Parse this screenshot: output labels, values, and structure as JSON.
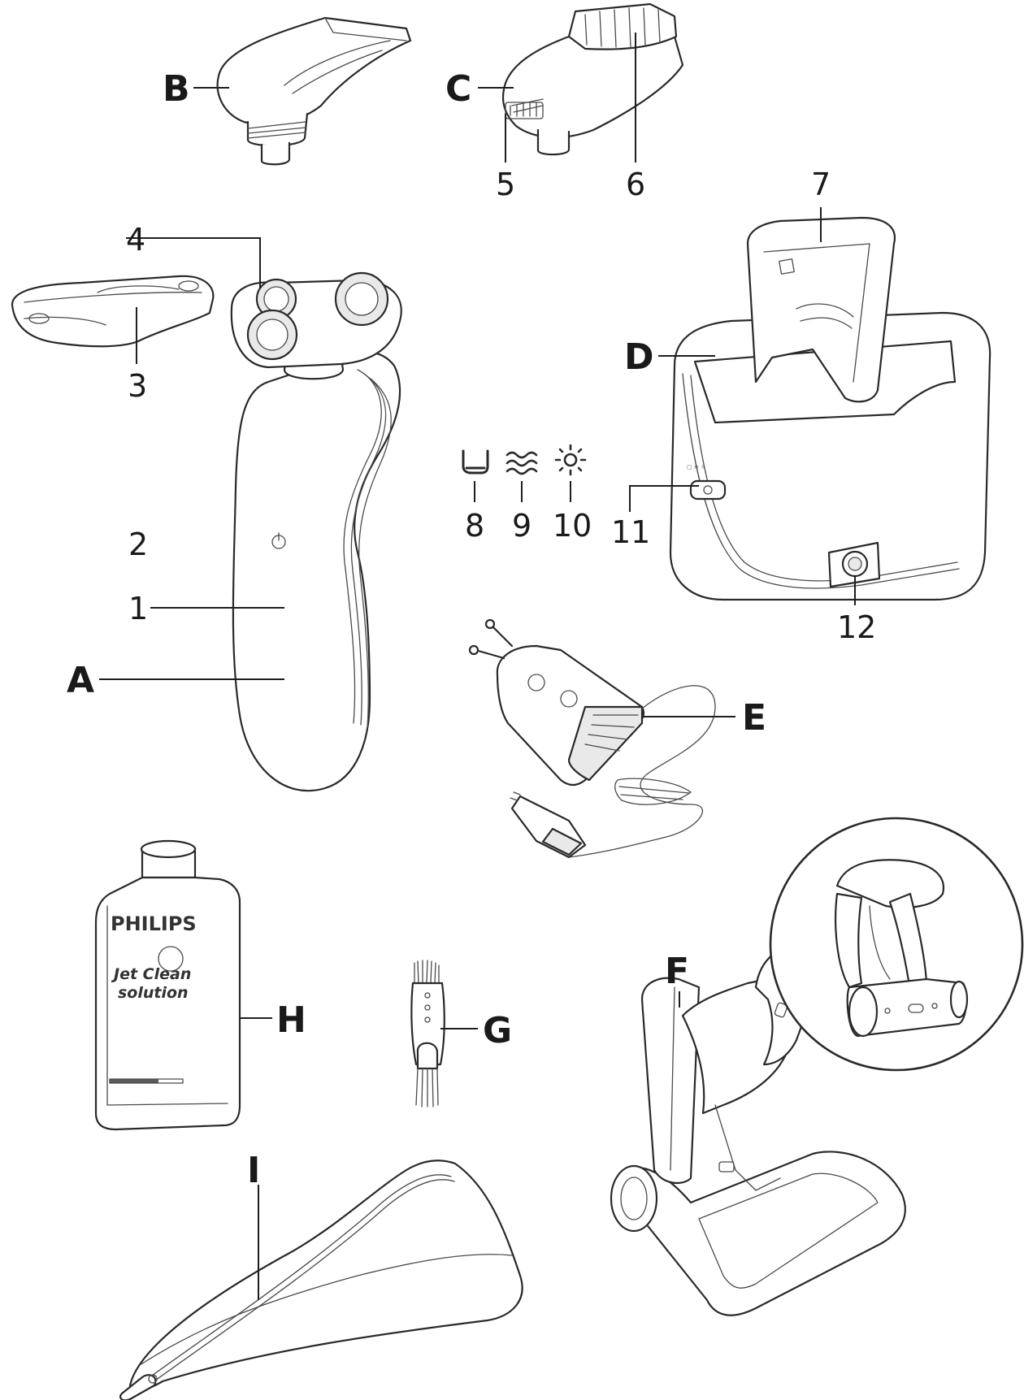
{
  "labels": {
    "A": "A",
    "B": "B",
    "C": "C",
    "D": "D",
    "E": "E",
    "F": "F",
    "G": "G",
    "H": "H",
    "I": "I",
    "n1": "1",
    "n2": "2",
    "n3": "3",
    "n4": "4",
    "n5": "5",
    "n6": "6",
    "n7": "7",
    "n8": "8",
    "n9": "9",
    "n10": "10",
    "n11": "11",
    "n12": "12"
  },
  "bottle": {
    "brand": "PHILIPS",
    "line1": "Jet Clean",
    "line2": "solution"
  },
  "icons": {
    "i8": "cartridge-level-icon",
    "i9": "cleaning-waves-icon",
    "i10": "drying-sun-icon",
    "power": "power-icon"
  }
}
